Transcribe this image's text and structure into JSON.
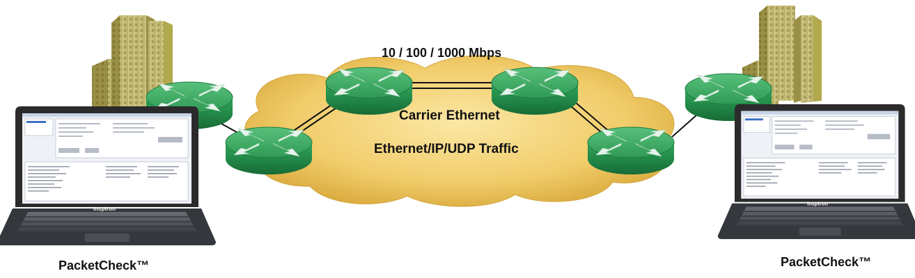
{
  "diagram": {
    "link_speed": "10 / 100 / 1000 Mbps",
    "network_name": "Carrier Ethernet",
    "traffic_type": "Ethernet/IP/UDP Traffic",
    "endpoints": [
      {
        "label": "PacketCheck™",
        "laptop_brand": "inspiron"
      },
      {
        "label": "PacketCheck™",
        "laptop_brand": "inspiron"
      }
    ],
    "colors": {
      "cloud": "#f1cc6a",
      "router": "#2e9e56",
      "building": "#c9c27e",
      "laptop": "#2b2b2b",
      "link": "#111111"
    },
    "icons": [
      "router-icon",
      "building-icon",
      "laptop-icon",
      "cloud-icon"
    ]
  }
}
